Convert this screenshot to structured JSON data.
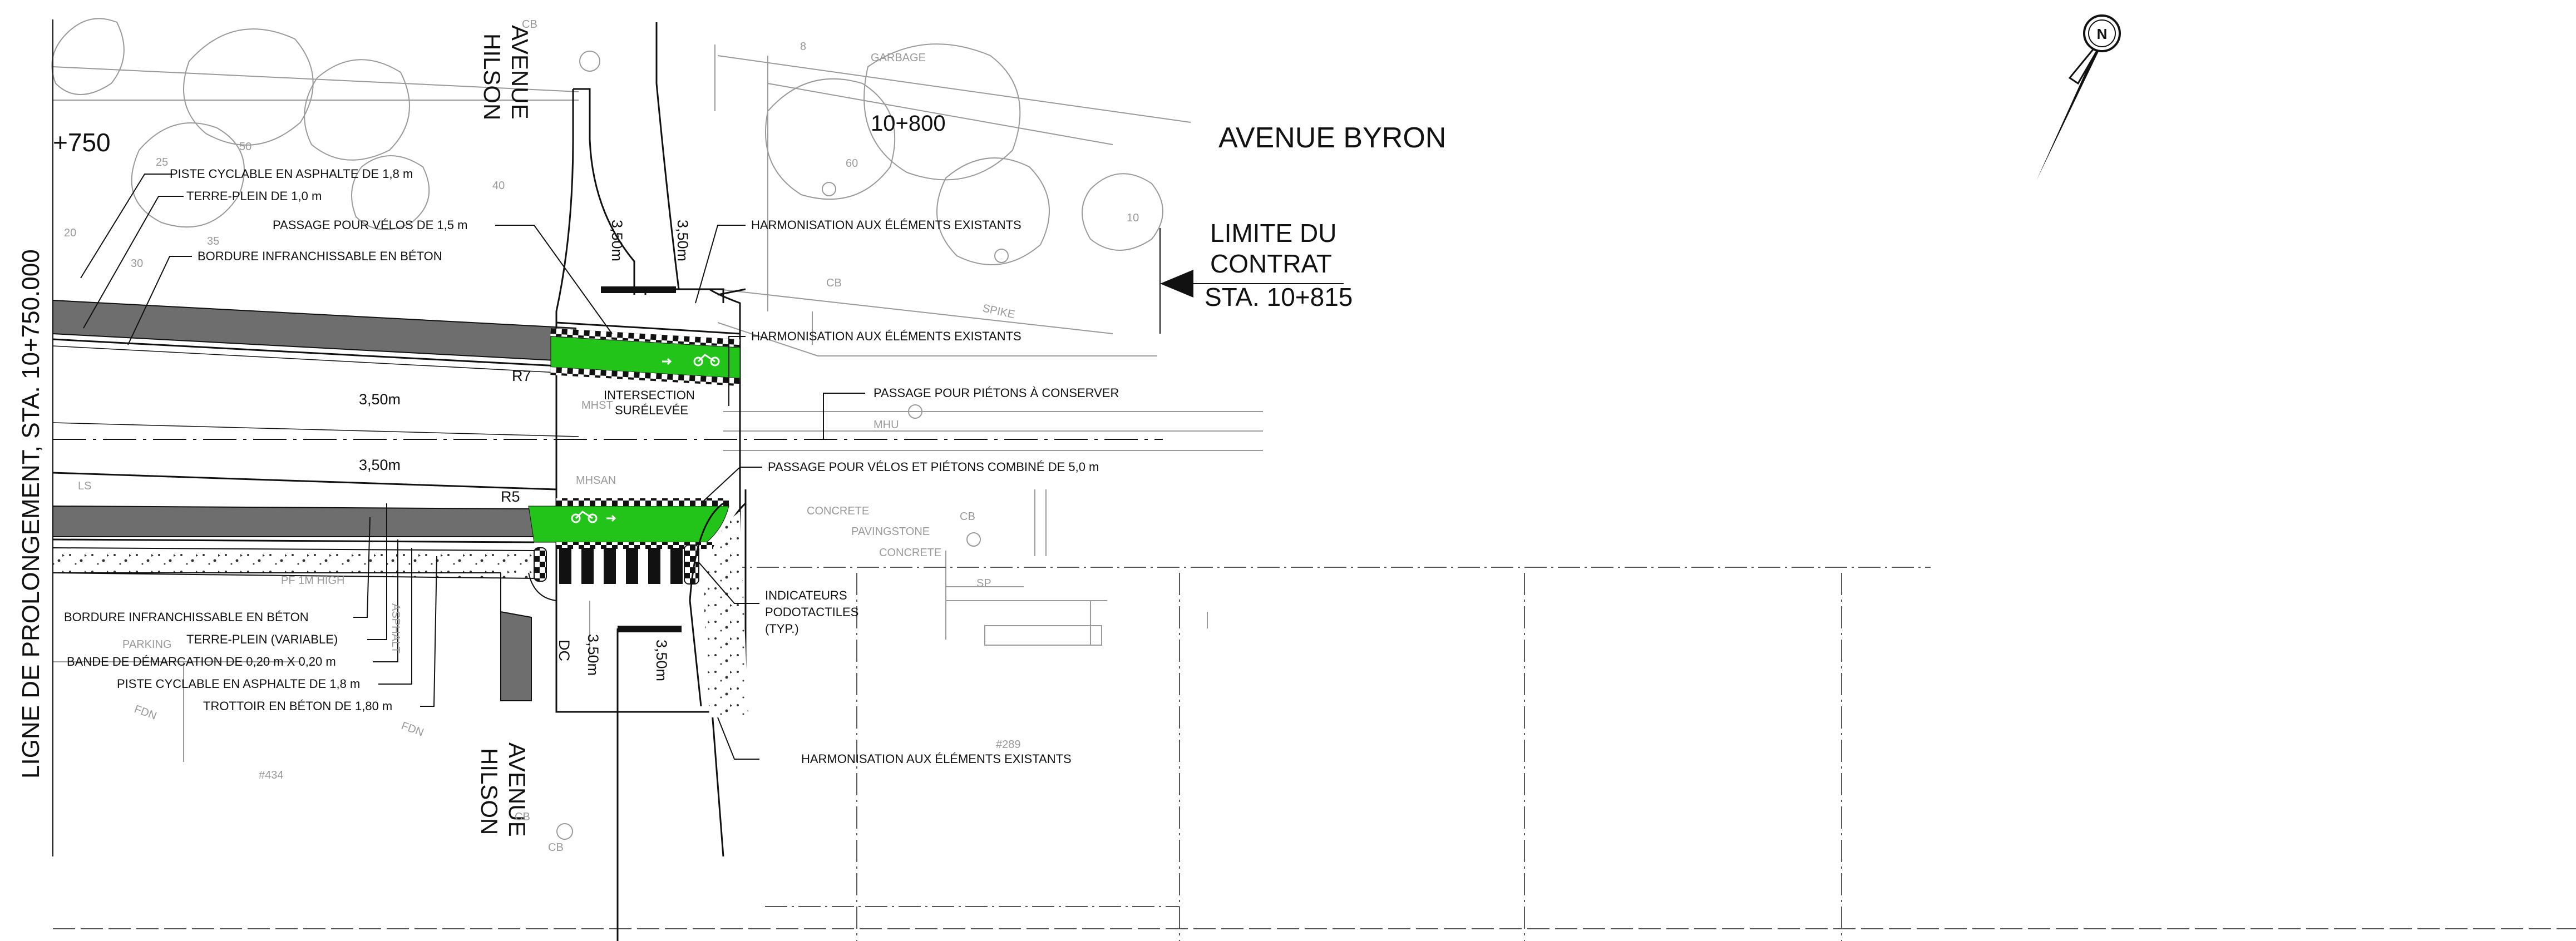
{
  "colors": {
    "bike_lane": "#22c41a",
    "asphalt_band": "#6e6e6e",
    "line": "#111111",
    "grey_existing": "#9a9a9a"
  },
  "title_vertical": "LIGNE DE PROLONGEMENT, STA. 10+750.000",
  "streets": {
    "hilson_top": [
      "AVENUE",
      "HILSON"
    ],
    "hilson_bottom": [
      "AVENUE",
      "HILSON"
    ],
    "byron": "AVENUE BYRON"
  },
  "contract_limit": {
    "line1": "LIMITE DU",
    "line2": "CONTRAT",
    "station": "STA. 10+815"
  },
  "stations": {
    "s750": "+750",
    "s800": "10+800"
  },
  "callouts": {
    "piste_top": "PISTE CYCLABLE EN ASPHALTE DE 1,8 m",
    "terre_plein_top": "TERRE-PLEIN DE 1,0 m",
    "bordure_top": "BORDURE INFRANCHISSABLE EN BÉTON",
    "passage_velos": "PASSAGE POUR VÉLOS DE 1,5 m",
    "harmonisation_1": "HARMONISATION AUX ÉLÉMENTS EXISTANTS",
    "harmonisation_2": "HARMONISATION AUX ÉLÉMENTS EXISTANTS",
    "passage_pietons": "PASSAGE POUR PIÉTONS À CONSERVER",
    "passage_combine": "PASSAGE POUR VÉLOS ET PIÉTONS COMBINÉ DE 5,0 m",
    "indicateurs": [
      "INDICATEURS",
      "PODOTACTILES",
      "(TYP.)"
    ],
    "harmonisation_3": "HARMONISATION AUX ÉLÉMENTS EXISTANTS",
    "intersection": [
      "INTERSECTION",
      "SURÉLEVÉE"
    ],
    "bordure_bottom": "BORDURE INFRANCHISSABLE EN BÉTON",
    "terre_plein_bottom": "TERRE-PLEIN (VARIABLE)",
    "bande": "BANDE DE DÉMARCATION DE 0,20 m X 0,20 m",
    "piste_bottom": "PISTE CYCLABLE EN ASPHALTE DE 1,8 m",
    "trottoir": "TROTTOIR EN BÉTON DE 1,80 m"
  },
  "dimensions": {
    "lane_upper": "3,50m",
    "lane_lower": "3,50m",
    "hilson_n_w": "3,50m",
    "hilson_n_e": "3,50m",
    "hilson_s_w": "3,50m",
    "hilson_s_e": "3,50m",
    "r7": "R7",
    "r5": "R5"
  },
  "existing_labels": {
    "cb_top": "CB",
    "garbage": "GARBAGE",
    "mhst": "MHST",
    "mhu": "MHU",
    "mhsan": "MHSAN",
    "cb_mid": "CB",
    "spike": "SPIKE",
    "concrete_1": "CONCRETE",
    "paving": "PAVINGSTONE",
    "concrete_2": "CONCRETE",
    "cb_right": "CB",
    "sp": "SP",
    "pf": "PF 1M HIGH",
    "parking": "PARKING",
    "asphalt": "ASPHALT",
    "fdn_1": "FDN",
    "fdn_2": "FDN",
    "lot_434": "#434",
    "lot_289": "#289",
    "cb_bottom_1": "CB",
    "cb_bottom_2": "CB",
    "dc": "DC",
    "tree_25": "25",
    "tree_20": "20",
    "tree_30": "30",
    "tree_35": "35",
    "tree_40": "40",
    "tree_50": "50",
    "tree_60": "60",
    "tree_10": "10",
    "tree_8": "8",
    "ls": "LS"
  },
  "north_arrow": {
    "letter": "N",
    "icon": "north-arrow-icon"
  }
}
